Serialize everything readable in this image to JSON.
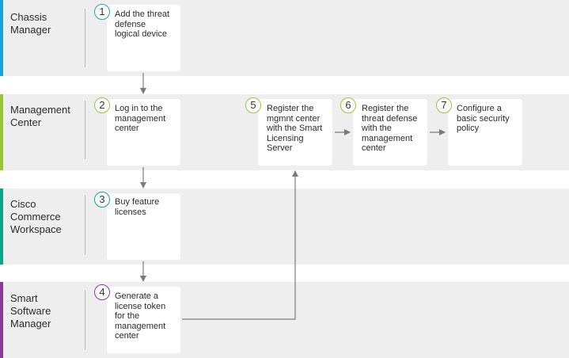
{
  "colors": {
    "lane_bg": "#eeeeee",
    "chassis": "#1ba0d7",
    "management": "#9bc43a",
    "commerce": "#0fa38a",
    "smart": "#8b3a9a",
    "arrow": "#7b7b7b"
  },
  "lanes": [
    {
      "label": "Chassis\nManager"
    },
    {
      "label": "Management\nCenter"
    },
    {
      "label": "Cisco\nCommerce\nWorkspace"
    },
    {
      "label": "Smart\nSoftware\nManager"
    }
  ],
  "steps": [
    {
      "number": "1",
      "text": "Add the threat\ndefense\nlogical device"
    },
    {
      "number": "2",
      "text": "Log in to the\nmanagement\ncenter"
    },
    {
      "number": "3",
      "text": "Buy feature\nlicenses"
    },
    {
      "number": "4",
      "text": "Generate a\nlicense token\nfor the\nmanagement\ncenter"
    },
    {
      "number": "5",
      "text": "Register the\nmgmnt center\nwith the Smart\nLicensing\nServer"
    },
    {
      "number": "6",
      "text": "Register the\nthreat defense\nwith the\nmanagement\ncenter"
    },
    {
      "number": "7",
      "text": "Configure a\nbasic security\npolicy"
    }
  ]
}
